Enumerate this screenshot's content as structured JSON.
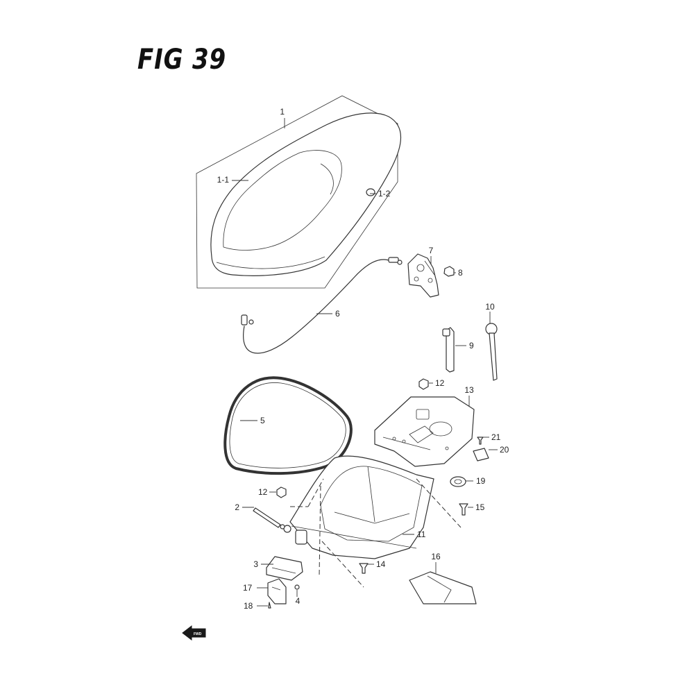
{
  "figure": {
    "title": "FIG 39",
    "direction_marker": {
      "text": "FWD",
      "icon": "forward-arrow-icon"
    }
  },
  "parts": [
    {
      "id": "p1",
      "ref": "1"
    },
    {
      "id": "p1_1",
      "ref": "1-1"
    },
    {
      "id": "p1_2",
      "ref": "1-2"
    },
    {
      "id": "p2",
      "ref": "2"
    },
    {
      "id": "p3",
      "ref": "3"
    },
    {
      "id": "p4",
      "ref": "4"
    },
    {
      "id": "p5",
      "ref": "5"
    },
    {
      "id": "p6",
      "ref": "6"
    },
    {
      "id": "p7",
      "ref": "7"
    },
    {
      "id": "p8",
      "ref": "8"
    },
    {
      "id": "p9",
      "ref": "9"
    },
    {
      "id": "p10",
      "ref": "10"
    },
    {
      "id": "p11",
      "ref": "11"
    },
    {
      "id": "p12a",
      "ref": "12"
    },
    {
      "id": "p12b",
      "ref": "12"
    },
    {
      "id": "p13",
      "ref": "13"
    },
    {
      "id": "p14",
      "ref": "14"
    },
    {
      "id": "p15",
      "ref": "15"
    },
    {
      "id": "p16",
      "ref": "16"
    },
    {
      "id": "p17",
      "ref": "17"
    },
    {
      "id": "p18",
      "ref": "18"
    },
    {
      "id": "p19",
      "ref": "19"
    },
    {
      "id": "p20",
      "ref": "20"
    },
    {
      "id": "p21",
      "ref": "21"
    }
  ]
}
